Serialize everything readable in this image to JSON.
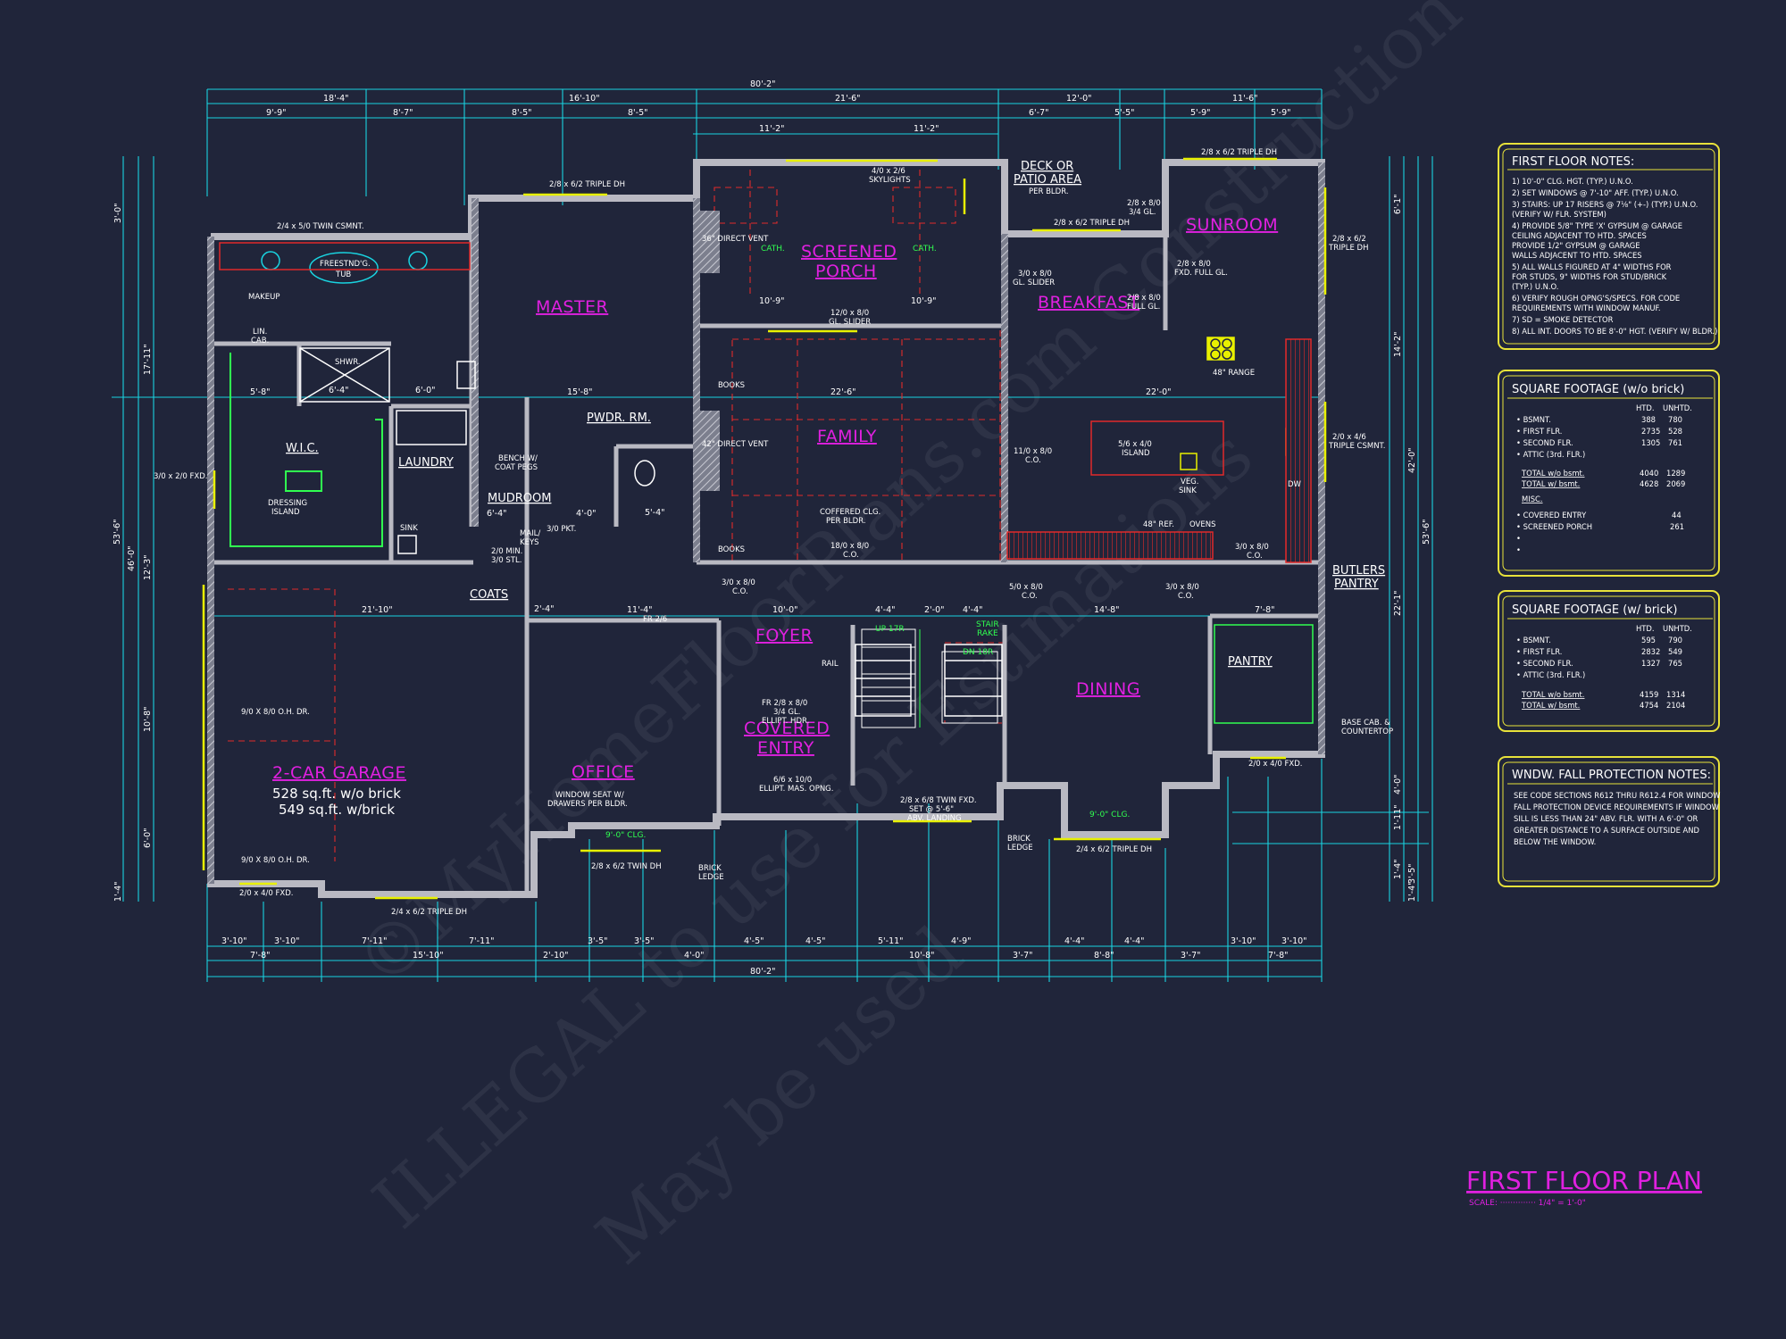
{
  "colors": {
    "background": "#20253a",
    "dimension_line": "#19d3e0",
    "wall": "#b9b9c2",
    "room_label": "#e020e0",
    "window": "#e8f000",
    "note_border": "#e8e23a",
    "accent_green": "#30ff50",
    "hidden_line": "#e02a2a"
  },
  "title": {
    "main": "FIRST FLOOR PLAN",
    "scale": "SCALE:  ··············  1/4\" = 1'-0\""
  },
  "watermark": {
    "line1": "©MyHomeFloorPlans.com Construction",
    "line2": "ILLEGAL to use for Estimations",
    "line3": "May be used"
  },
  "rooms": {
    "master": "MASTER",
    "screened_porch_1": "SCREENED",
    "screened_porch_2": "PORCH",
    "breakfast": "BREAKFAST",
    "sunroom": "SUNROOM",
    "family": "FAMILY",
    "wic": "W.I.C.",
    "laundry": "LAUNDRY",
    "mudroom": "MUDROOM",
    "pwdr": "PWDR. RM.",
    "garage": "2-CAR GARAGE",
    "garage_sf1": "528 sq.ft. w/o brick",
    "garage_sf2": "549 sq.ft. w/brick",
    "office": "OFFICE",
    "foyer": "FOYER",
    "covered_entry_1": "COVERED",
    "covered_entry_2": "ENTRY",
    "dining": "DINING",
    "pantry": "PANTRY",
    "coats": "COATS",
    "butlers_pantry_1": "BUTLERS",
    "butlers_pantry_2": "PANTRY",
    "deck_1": "DECK OR",
    "deck_2": "PATIO AREA",
    "deck_3": "PER BLDR."
  },
  "labels": {
    "tub_1": "FREESTND'G.",
    "tub_2": "TUB",
    "twin_csmt": "2/4 x 5/0 TWIN CSMNT.",
    "triple_dh_master": "2/8 x 6/2 TRIPLE DH",
    "skylights_1": "4/0 x 2/6",
    "skylights_2": "SKYLIGHTS",
    "triple_dh_porch": "2/8 x 6/2 TRIPLE DH",
    "triple_dh_sunroom": "2/8 x 6/2 TRIPLE DH",
    "makeup": "MAKEUP",
    "lin_cab_1": "LIN.",
    "lin_cab_2": "CAB.",
    "shwr": "SHWR.",
    "cath_1": "CATH.",
    "cath_2": "CATH.",
    "gl_slider_1": "12/0 x 8/0",
    "gl_slider_2": "GL. SLIDER",
    "gl_slider_bk_1": "3/0 x 8/0",
    "gl_slider_bk_2": "GL. SLIDER",
    "fxd_full_1": "2/8 x 8/0",
    "fxd_full_2": "FXD. FULL GL.",
    "full_gl_1": "2/8 x 8/0",
    "full_gl_2": "FULL GL.",
    "gl_34_1": "2/8 x 8/0",
    "gl_34_2": "3/4 GL.",
    "triple_dh_right_1": "2/8 x 6/2",
    "triple_dh_right_2": "TRIPLE DH",
    "range": "48\" RANGE",
    "island_1": "5/6 x 4/0",
    "island_2": "ISLAND",
    "veg_sink_1": "VEG.",
    "veg_sink_2": "SINK",
    "co_breakfast_1": "11/0 x 8/0",
    "co_breakfast_2": "C.O.",
    "ref": "48\" REF.",
    "ovens": "OVENS",
    "dw": "DW",
    "triple_csmt_1": "2/0 x 4/6",
    "triple_csmt_2": "TRIPLE CSMNT.",
    "books_1": "BOOKS",
    "books_2": "BOOKS",
    "direct_vent_1": "36\" DIRECT VENT",
    "direct_vent_2": "42\" DIRECT VENT",
    "coffered_1": "COFFERED CLG.",
    "coffered_2": "PER BLDR.",
    "co_family_1": "18/0 x 8/0",
    "co_family_2": "C.O.",
    "fxd_left": "3/0 x 2/0 FXD.",
    "dressing_1": "DRESSING",
    "dressing_2": "ISLAND",
    "sink": "SINK",
    "bench_1": "BENCH W/",
    "bench_2": "COAT PEGS",
    "mail_1": "MAIL/",
    "mail_2": "KEYS",
    "min_shelf_1": "2/0 MIN.",
    "min_shelf_2": "3/0 STL.",
    "pkt": "3/0 PKT.",
    "co_foyer_1": "3/0 x 8/0",
    "co_foyer_2": "C.O.",
    "co_dining_l_1": "5/0 x 8/0",
    "co_dining_l_2": "C.O.",
    "co_dining_r_1": "3/0 x 8/0",
    "co_dining_r_2": "C.O.",
    "co_butler_1": "3/0 x 8/0",
    "co_butler_2": "C.O.",
    "fr_26": "FR 2/6",
    "fr_28_1": "FR 2/8 x 8/0",
    "fr_28_2": "3/4 GL.",
    "fr_28_3": "ELLIPT. HDR.",
    "ellipt_1": "6/6 x 10/0",
    "ellipt_2": "ELLIPT. MAS. OPNG.",
    "rail": "RAIL",
    "up": "UP 17R",
    "dn": "DN 18R",
    "stair_rake_1": "STAIR",
    "stair_rake_2": "RAKE",
    "twin_fxd_1": "2/8 x 6/8 TWIN FXD.",
    "twin_fxd_2": "SET @ 5'-6\"",
    "twin_fxd_3": "ABV. LANDING",
    "oh_dr_1": "9/0 X 8/0 O.H. DR.",
    "oh_dr_2": "9/0 X 8/0 O.H. DR.",
    "window_seat_1": "WINDOW SEAT W/",
    "window_seat_2": "DRAWERS PER BLDR.",
    "clg_9_1": "9'-0\" CLG.",
    "clg_9_2": "9'-0\" CLG.",
    "twin_dh_office": "2/8 x 6/2 TWIN DH",
    "brick_ledge_1": "BRICK",
    "brick_ledge_2": "LEDGE",
    "brick_ledge_3": "BRICK",
    "brick_ledge_4": "LEDGE",
    "triple_dh_dining": "2/4 x 6/2 TRIPLE DH",
    "fxd_pantry": "2/0 x 4/0 FXD.",
    "fxd_garage": "2/0 x 4/0 FXD.",
    "triple_dh_garage": "2/4 x 6/2 TRIPLE DH",
    "base_cab_1": "BASE CAB. &",
    "base_cab_2": "COUNTERTOP"
  },
  "dimensions": {
    "top_total": "80'-2\"",
    "top_row1": [
      "18'-4\"",
      "16'-10\"",
      "21'-6\"",
      "12'-0\"",
      "11'-6\""
    ],
    "top_row2": [
      "9'-9\"",
      "8'-7\"",
      "8'-5\"",
      "8'-5\"",
      "6'-7\"",
      "5'-5\"",
      "5'-9\"",
      "5'-9\""
    ],
    "porch": [
      "11'-2\"",
      "11'-2\""
    ],
    "bottom_row1": [
      "3'-10\"",
      "3'-10\"",
      "7'-11\"",
      "7'-11\"",
      "3'-5\"",
      "3'-5\"",
      "4'-5\"",
      "4'-5\"",
      "5'-11\"",
      "4'-9\"",
      "4'-4\"",
      "4'-4\"",
      "3'-10\"",
      "3'-10\""
    ],
    "bottom_row2": [
      "7'-8\"",
      "15'-10\"",
      "2'-10\"",
      "4'-0\"",
      "10'-8\"",
      "3'-7\"",
      "8'-8\"",
      "3'-7\"",
      "7'-8\""
    ],
    "bottom_total": "80'-2\"",
    "left": [
      "3'-0\"",
      "17'-11\"",
      "12'-3\"",
      "10'-8\"",
      "6'-0\"",
      "46'-0\"",
      "53'-6\"",
      "1'-4\""
    ],
    "right": [
      "6'-1\"",
      "14'-2\"",
      "22'-1\"",
      "4'-0\"",
      "1'-11\"",
      "1'-4\"",
      "3'-5\"",
      "42'-0\"",
      "53'-6\"",
      "1'-4\""
    ],
    "interior": [
      "5'-8\"",
      "15'-8\"",
      "22'-6\"",
      "22'-0\"",
      "21'-10\"",
      "11'-4\"",
      "10'-0\"",
      "14'-8\"",
      "6'-4\"",
      "4'-0\"",
      "2'-4\"",
      "5'-4\"",
      "4'-4\"",
      "2'-0\"",
      "4'-4\"",
      "7'-8\"",
      "6'-4\"",
      "6'-0\"",
      "10'-9\"",
      "10'-9\""
    ]
  },
  "notes": [
    {
      "title": "FIRST FLOOR NOTES:",
      "lines": [
        "1) 10'-0\" CLG. HGT. (TYP.) U.N.O.",
        "2) SET WINDOWS @ 7'-10\" AFF. (TYP.) U.N.O.",
        "3) STAIRS: UP 17 RISERS @ 7⅛\" (+-)  (TYP.) U.N.O.",
        "   (VERIFY W/ FLR. SYSTEM)",
        "4) PROVIDE 5/8\" TYPE 'X' GYPSUM @ GARAGE",
        "   CEILING ADJACENT TO HTD. SPACES",
        "   PROVIDE 1/2\" GYPSUM @ GARAGE",
        "   WALLS ADJACENT TO HTD. SPACES",
        "5) ALL WALLS FIGURED AT 4\" WIDTHS FOR",
        "   FOR STUDS, 9\" WIDTHS FOR STUD/BRICK",
        "   (TYP.) U.N.O.",
        "6) VERIFY ROUGH OPNG'S/SPECS. FOR CODE",
        "   REQUIREMENTS WITH WINDOW MANUF.",
        "7) SD = SMOKE DETECTOR",
        "8) ALL INT. DOORS TO BE 8'-0\" HGT. (VERIFY W/ BLDR.)"
      ]
    },
    {
      "title": "SQUARE FOOTAGE (w/o brick)",
      "columns": [
        "HTD.",
        "UNHTD."
      ],
      "rows": [
        [
          "• BSMNT.",
          "388",
          "780"
        ],
        [
          "• FIRST FLR.",
          "2735",
          "528"
        ],
        [
          "• SECOND FLR.",
          "1305",
          "761"
        ],
        [
          "• ATTIC (3rd. FLR.)",
          "",
          ""
        ],
        [
          "TOTAL w/o bsmt.",
          "4040",
          "1289"
        ],
        [
          "TOTAL w/ bsmt.",
          "4628",
          "2069"
        ],
        [
          "MISC.",
          "",
          ""
        ],
        [
          "• COVERED ENTRY",
          "",
          "44"
        ],
        [
          "• SCREENED PORCH",
          "",
          "261"
        ],
        [
          "•",
          "",
          ""
        ],
        [
          "•",
          "",
          ""
        ]
      ]
    },
    {
      "title": "SQUARE FOOTAGE (w/ brick)",
      "columns": [
        "HTD.",
        "UNHTD."
      ],
      "rows": [
        [
          "• BSMNT.",
          "595",
          "790"
        ],
        [
          "• FIRST FLR.",
          "2832",
          "549"
        ],
        [
          "• SECOND FLR.",
          "1327",
          "765"
        ],
        [
          "• ATTIC (3rd. FLR.)",
          "",
          ""
        ],
        [
          "TOTAL w/o bsmt.",
          "4159",
          "1314"
        ],
        [
          "TOTAL w/ bsmt.",
          "4754",
          "2104"
        ]
      ]
    },
    {
      "title": "WNDW. FALL PROTECTION NOTES:",
      "lines": [
        "SEE CODE SECTIONS R612 THRU R612.4 FOR WINDOW",
        "FALL PROTECTION DEVICE REQUIREMENTS IF WINDOW",
        "SILL IS LESS THAN 24\" ABV. FLR. WITH A 6'-0\" OR",
        "GREATER DISTANCE TO A SURFACE OUTSIDE AND",
        "BELOW THE WINDOW."
      ]
    }
  ]
}
